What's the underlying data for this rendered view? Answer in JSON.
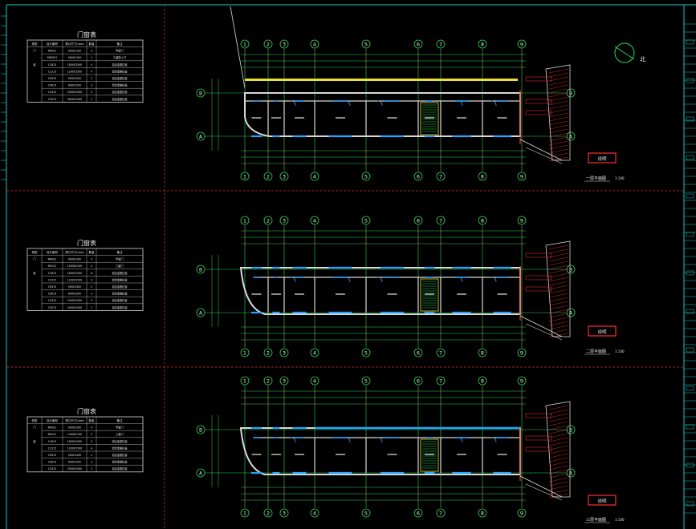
{
  "drawing": {
    "background": "#000000",
    "colors": {
      "frame": "#19c9c9",
      "grid": "#2bd45a",
      "wall": "#d8d8d8",
      "window": "#2aa3ff",
      "red": "#ff3030",
      "yellow": "#f0e030",
      "text": "#e8e8e8",
      "separator": "#d03030"
    },
    "grid_axes_top": [
      "1",
      "2",
      "3",
      "4",
      "5",
      "6",
      "7",
      "8",
      "9"
    ],
    "grid_axes_side": [
      "B",
      "A"
    ],
    "north_label": "北",
    "sections": [
      {
        "table_title": "门窗表",
        "table_header": [
          "类型",
          "设计编号",
          "洞口尺寸(mm)",
          "数量",
          "备注"
        ],
        "table_rows": [
          [
            "门",
            "M0921",
            "900X2100",
            "3",
            "甲级门"
          ],
          [
            "",
            "FM0921",
            "900X2100",
            "1",
            "乙级防火门"
          ],
          [
            "窗",
            "C1815",
            "1800X1500",
            "4",
            "铝合金推拉窗"
          ],
          [
            "",
            "C1215",
            "1200X1500",
            "4",
            "铝合金推拉窗"
          ],
          [
            "",
            "C0915",
            "900X1500",
            "2",
            "铝合金推拉窗"
          ],
          [
            "",
            "C0615",
            "600X1500",
            "3",
            "铝合金推拉窗"
          ],
          [
            "",
            "C2415",
            "2400X1500",
            "2",
            "铝合金推拉窗"
          ],
          [
            "",
            "C3015",
            "3000X1500",
            "1",
            "铝合金推拉窗"
          ]
        ],
        "stamp": "说明",
        "plan_title": "一层平面图",
        "scale": "1:100"
      },
      {
        "table_title": "门窗表",
        "table_header": [
          "类型",
          "设计编号",
          "洞口尺寸(mm)",
          "数量",
          "备注"
        ],
        "table_rows": [
          [
            "门",
            "M0921",
            "900X2100",
            "4",
            "甲级门"
          ],
          [
            "",
            "M1021",
            "1000X2100",
            "2",
            "乙级门"
          ],
          [
            "窗",
            "C1815",
            "1800X1500",
            "6",
            "铝合金推拉窗"
          ],
          [
            "",
            "C1215",
            "1200X1500",
            "4",
            "铝合金推拉窗"
          ],
          [
            "",
            "C0915",
            "900X1500",
            "2",
            "铝合金推拉窗"
          ],
          [
            "",
            "C0615",
            "600X1500",
            "3",
            "铝合金推拉窗"
          ],
          [
            "",
            "C2415",
            "2400X1500",
            "2",
            "铝合金推拉窗"
          ],
          [
            "",
            "C3015",
            "3000X1500",
            "1",
            "铝合金推拉窗"
          ]
        ],
        "stamp": "说明",
        "plan_title": "二层平面图",
        "scale": "1:100"
      },
      {
        "table_title": "门窗表",
        "table_header": [
          "类型",
          "设计编号",
          "洞口尺寸(mm)",
          "数量",
          "备注"
        ],
        "table_rows": [
          [
            "门",
            "M0921",
            "900X2100",
            "4",
            "甲级门"
          ],
          [
            "",
            "M1021",
            "1000X2100",
            "2",
            "乙级门"
          ],
          [
            "窗",
            "C1815",
            "1800X1500",
            "5",
            "铝合金推拉窗"
          ],
          [
            "",
            "C1215",
            "1200X1500",
            "4",
            "铝合金推拉窗"
          ],
          [
            "",
            "C0915",
            "900X1500",
            "2",
            "铝合金推拉窗"
          ],
          [
            "",
            "C0615",
            "600X1500",
            "3",
            "铝合金推拉窗"
          ],
          [
            "",
            "C2415",
            "2400X1500",
            "2",
            "铝合金推拉窗"
          ]
        ],
        "stamp": "说明",
        "plan_title": "三层平面图",
        "scale": "1:100"
      }
    ]
  }
}
